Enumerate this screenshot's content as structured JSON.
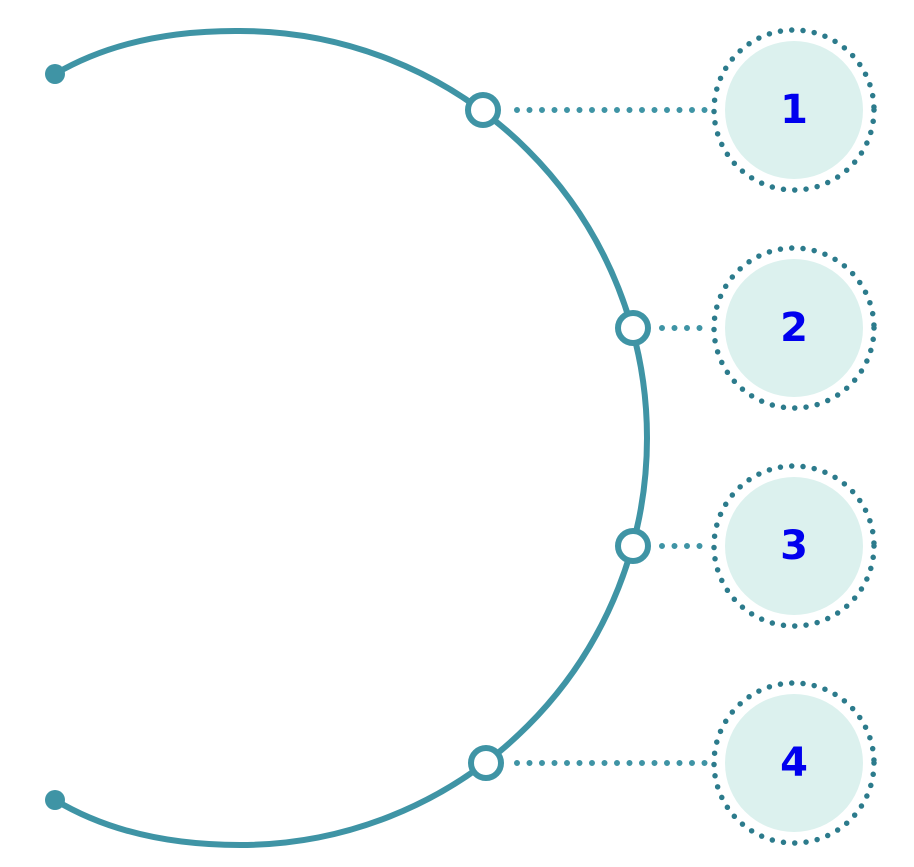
{
  "diagram": {
    "colors": {
      "accent": "#3f94a5",
      "accent_dark": "#2c7b8c",
      "circle_fill": "#dcf1ee",
      "label_color": "#0000ee",
      "background": "#ffffff"
    },
    "steps": [
      {
        "label": "1"
      },
      {
        "label": "2"
      },
      {
        "label": "3"
      },
      {
        "label": "4"
      }
    ]
  }
}
